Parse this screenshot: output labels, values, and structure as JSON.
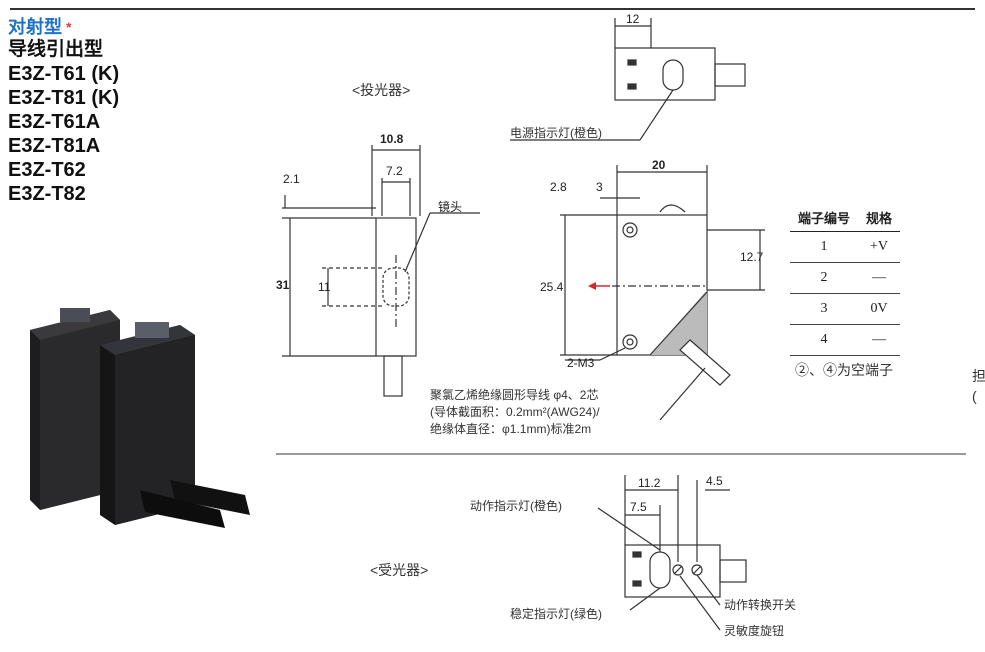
{
  "header": {
    "type_label": "对射型",
    "star": "*",
    "subtitle": "导线引出型",
    "models": [
      "E3Z-T61 (K)",
      "E3Z-T81 (K)",
      "E3Z-T61A",
      "E3Z-T81A",
      "E3Z-T62",
      "E3Z-T82"
    ]
  },
  "emitter": {
    "section_label": "<投光器>",
    "dims": {
      "d10_8": "10.8",
      "d7_2": "7.2",
      "d2_1": "2.1",
      "d31": "31",
      "d11": "11",
      "d12": "12",
      "d20": "20",
      "d2_8": "2.8",
      "d3": "3",
      "d12_7": "12.7",
      "d25_4": "25.4"
    },
    "lens_label": "镜头",
    "power_led_label": "电源指示灯(橙色)",
    "m3_label": "2-M3",
    "cable_desc": [
      "聚氯乙烯绝缘圆形导线 φ4、2芯",
      "(导体截面积：0.2mm²(AWG24)/",
      "绝缘体直径：φ1.1mm)标准2m"
    ]
  },
  "terminal_table": {
    "headers": [
      "端子编号",
      "规格"
    ],
    "rows": [
      [
        "1",
        "+V"
      ],
      [
        "2",
        "—"
      ],
      [
        "3",
        "0V"
      ],
      [
        "4",
        "—"
      ]
    ],
    "note": "②、④为空端子"
  },
  "receiver": {
    "section_label": "<受光器>",
    "dims": {
      "d11_2": "11.2",
      "d4_5": "4.5",
      "d7_5": "7.5"
    },
    "operation_led": "动作指示灯(橙色)",
    "stability_led": "稳定指示灯(绿色)",
    "mode_switch": "动作转换开关",
    "sensitivity_knob": "灵敏度旋钮"
  },
  "edge_glyphs": [
    "担",
    "("
  ],
  "colors": {
    "title_blue": "#1e73c8",
    "star_red": "#e0412b",
    "arrow_red": "#d8262b"
  }
}
